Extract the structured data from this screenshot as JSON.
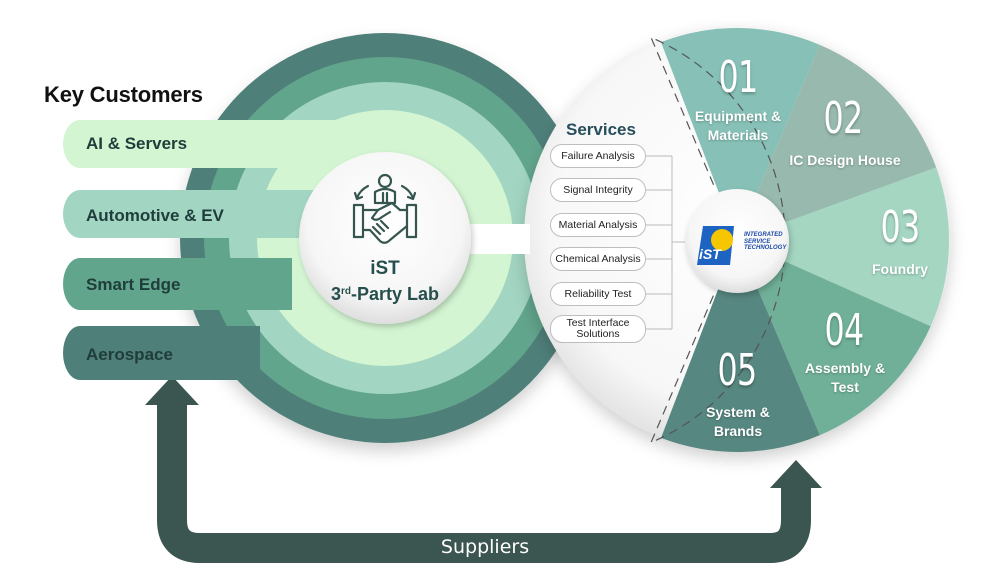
{
  "heading": "Key Customers",
  "customers": [
    {
      "label": "AI & Servers",
      "color": "#d3f5d2"
    },
    {
      "label": "Automotive & EV",
      "color": "#a2d5c2"
    },
    {
      "label": "Smart Edge",
      "color": "#62a58d"
    },
    {
      "label": "Aerospace",
      "color": "#4f7f79"
    }
  ],
  "center": {
    "icon": "handshake-agent-icon",
    "line1": "iST",
    "line2_prefix": "3",
    "line2_sup": "rd",
    "line2_suffix": "-Party Lab"
  },
  "services": {
    "title": "Services",
    "items": [
      "Failure Analysis",
      "Signal Integrity",
      "Material Analysis",
      "Chemical Analysis",
      "Reliability Test",
      "Test Interface Solutions"
    ]
  },
  "logo": {
    "mark": "iST",
    "lines": [
      "INTEGRATED",
      "SERVICE",
      "TECHNOLOGY"
    ],
    "colors": {
      "blue": "#1d63c2",
      "yellow": "#f6c600"
    }
  },
  "segments": [
    {
      "number": "01",
      "label": "Equipment & Materials",
      "lines": [
        "Equipment &",
        "Materials"
      ],
      "color": "#86c0b6"
    },
    {
      "number": "02",
      "label": "IC Design House",
      "lines": [
        "IC Design House"
      ],
      "color": "#98b9ad"
    },
    {
      "number": "03",
      "label": "Foundry",
      "lines": [
        "Foundry"
      ],
      "color": "#a4d6c2"
    },
    {
      "number": "04",
      "label": "Assembly & Test",
      "lines": [
        "Assembly &",
        "Test"
      ],
      "color": "#70b098"
    },
    {
      "number": "05",
      "label": "System & Brands",
      "lines": [
        "System &",
        "Brands"
      ],
      "color": "#568780"
    }
  ],
  "suppliers": {
    "label": "Suppliers",
    "color": "#3b5550"
  },
  "colors": {
    "ring_outer": "#4f7f79",
    "ring_2": "#62a58d",
    "ring_3": "#a2d5c2",
    "ring_4": "#d3f5d2"
  }
}
